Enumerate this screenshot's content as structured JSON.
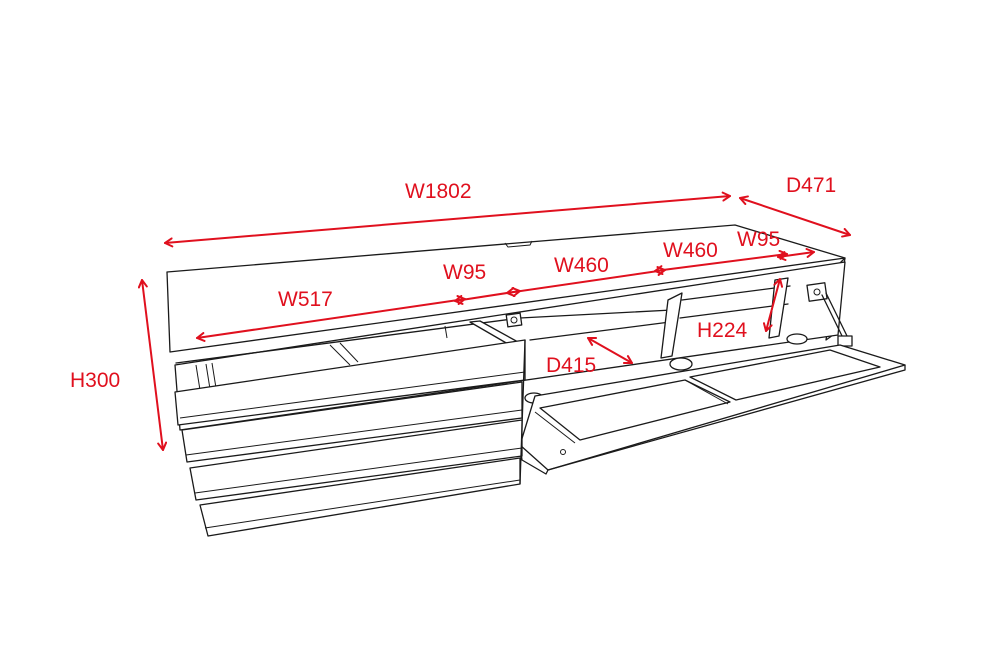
{
  "accent_color": "#e0101e",
  "dimensions": {
    "width_total": "W1802",
    "depth_total": "D471",
    "height_total": "H300",
    "width_left": "W517",
    "width_mid_left": "W95",
    "width_center": "W460",
    "width_right": "W460",
    "width_end": "W95",
    "height_inner": "H224",
    "depth_inner": "D415"
  }
}
